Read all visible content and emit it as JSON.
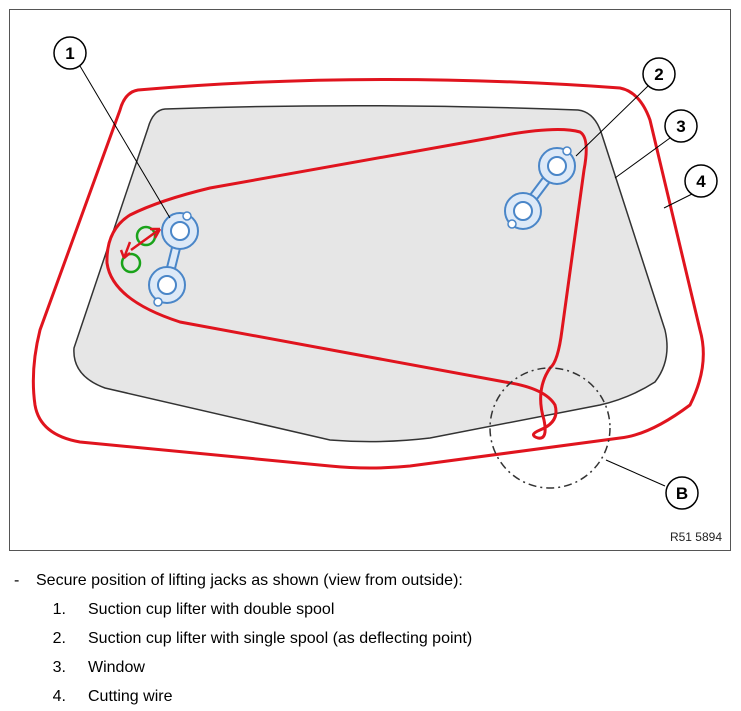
{
  "figure": {
    "reference": "R51 5894",
    "callouts": [
      "1",
      "2",
      "3",
      "4",
      "B"
    ]
  },
  "instructions": {
    "bullet": "-",
    "intro": "Secure position of lifting jacks as shown (view from outside):",
    "items": [
      {
        "num": "1",
        "text": "Suction cup lifter with double spool"
      },
      {
        "num": "2",
        "text": "Suction cup lifter with single spool (as deflecting point)"
      },
      {
        "num": "3",
        "text": "Window"
      },
      {
        "num": "4",
        "text": "Cutting wire"
      }
    ]
  },
  "colors": {
    "wire": "#e0141e",
    "glass": "#e6e6e6",
    "lifter": "#4a86c8",
    "lifter_fill": "#dde9f7",
    "marker": "#1aa31a"
  }
}
